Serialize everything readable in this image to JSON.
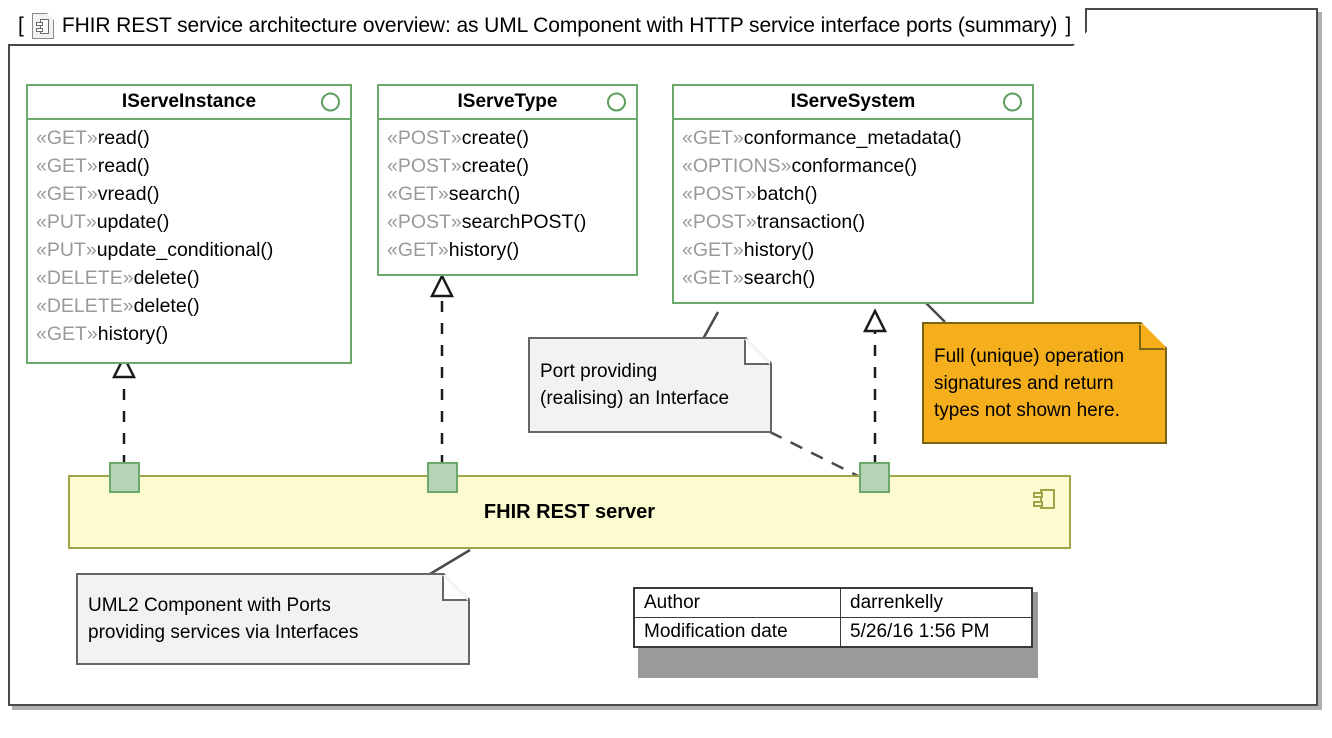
{
  "frame": {
    "bracket_open": "[",
    "bracket_close": "]",
    "icon": "diagram-page-icon",
    "title": "FHIR REST service architecture overview: as UML Component with HTTP service interface ports (summary)"
  },
  "interfaces": [
    {
      "name": "IServeInstance",
      "marker": "interface-circle-icon",
      "operations": [
        {
          "stereotype": "«GET»",
          "signature": "read()"
        },
        {
          "stereotype": "«GET»",
          "signature": "read()"
        },
        {
          "stereotype": "«GET»",
          "signature": "vread()"
        },
        {
          "stereotype": "«PUT»",
          "signature": "update()"
        },
        {
          "stereotype": "«PUT»",
          "signature": "update_conditional()"
        },
        {
          "stereotype": "«DELETE»",
          "signature": "delete()"
        },
        {
          "stereotype": "«DELETE»",
          "signature": "delete()"
        },
        {
          "stereotype": "«GET»",
          "signature": "history()"
        }
      ]
    },
    {
      "name": "IServeType",
      "marker": "interface-circle-icon",
      "operations": [
        {
          "stereotype": "«POST»",
          "signature": "create()"
        },
        {
          "stereotype": "«POST»",
          "signature": "create()"
        },
        {
          "stereotype": "«GET»",
          "signature": "search()"
        },
        {
          "stereotype": "«POST»",
          "signature": "searchPOST()"
        },
        {
          "stereotype": "«GET»",
          "signature": "history()"
        }
      ]
    },
    {
      "name": "IServeSystem",
      "marker": "interface-circle-icon",
      "operations": [
        {
          "stereotype": "«GET»",
          "signature": "conformance_metadata()"
        },
        {
          "stereotype": "«OPTIONS»",
          "signature": "conformance()"
        },
        {
          "stereotype": "«POST»",
          "signature": "batch()"
        },
        {
          "stereotype": "«POST»",
          "signature": "transaction()"
        },
        {
          "stereotype": "«GET»",
          "signature": "history()"
        },
        {
          "stereotype": "«GET»",
          "signature": "search()"
        }
      ]
    }
  ],
  "component": {
    "label": "FHIR REST server",
    "icon": "uml-component-icon",
    "ports": [
      {
        "name": "port-iserveinstance"
      },
      {
        "name": "port-iservetype"
      },
      {
        "name": "port-iservesystem"
      }
    ]
  },
  "notes": [
    {
      "id": "note-port",
      "text": "Port providing\n(realising) an Interface",
      "color": "#f2f2f2"
    },
    {
      "id": "note-signatures",
      "text": "Full (unique) operation\nsignatures and return\ntypes not shown here.",
      "color": "#f5ae1c"
    },
    {
      "id": "note-component",
      "text": "UML2 Component with Ports\nproviding services via Interfaces",
      "color": "#f2f2f2"
    }
  ],
  "metadata": {
    "rows": [
      {
        "key": "Author",
        "value": "darrenkelly"
      },
      {
        "key": "Modification date",
        "value": "5/26/16 1:56 PM"
      }
    ]
  },
  "colors": {
    "interface_border": "#6ca96c",
    "component_fill": "#fcfbcf",
    "component_border": "#a3a348",
    "port_fill": "#b5d3b5",
    "note_fill": "#f2f2f2",
    "note_orange_fill": "#f5ae1c",
    "stereotype_text": "#9a9a9a"
  }
}
